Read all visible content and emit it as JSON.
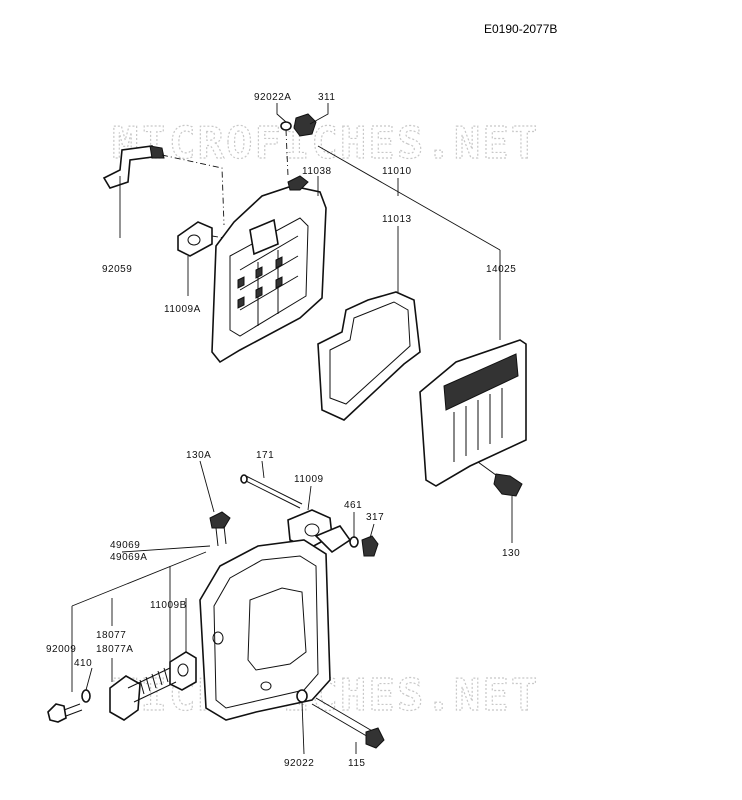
{
  "diagram_code": "E0190-2077B",
  "watermark": "MICROFICHES.NET",
  "parts": {
    "p92022A": "92022A",
    "p311": "311",
    "p11038": "11038",
    "p11010": "11010",
    "p11013": "11013",
    "p14025": "14025",
    "p92059": "92059",
    "p11009A": "11009A",
    "p130A": "130A",
    "p171": "171",
    "p11009": "11009",
    "p461": "461",
    "p317": "317",
    "p130": "130",
    "p49069": "49069",
    "p49069A": "49069A",
    "p11009B": "11009B",
    "p92009": "92009",
    "p18077": "18077",
    "p18077A": "18077A",
    "p410": "410",
    "p92022": "92022",
    "p115": "115"
  }
}
